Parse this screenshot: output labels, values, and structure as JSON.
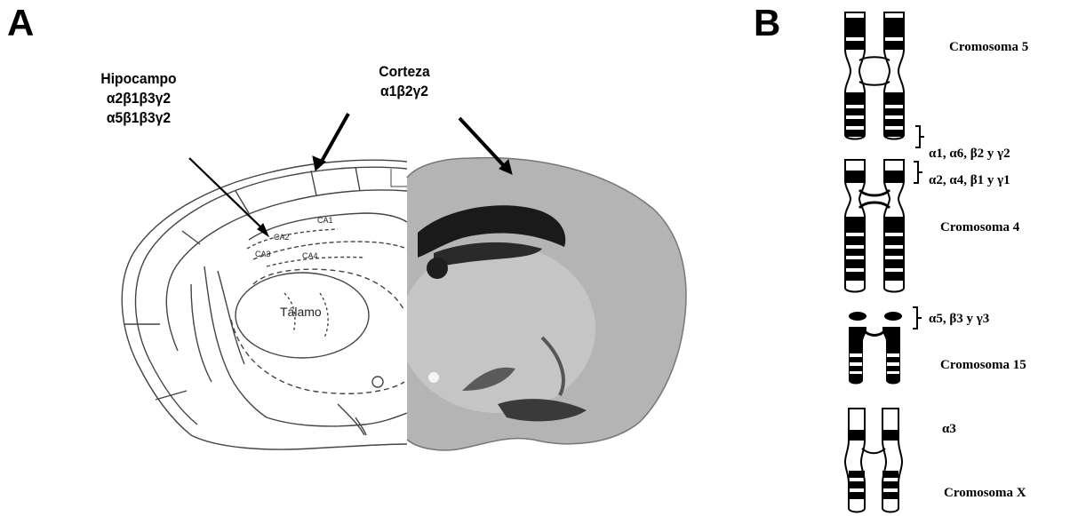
{
  "panelA": {
    "letter": "A",
    "hippocampus": {
      "title": "Hipocampo",
      "line1": "α2β1β3γ2",
      "line2": "α5β1β3γ2"
    },
    "cortex": {
      "title": "Corteza",
      "line1": "α1β2γ2"
    },
    "thalamus_label": "Tálamo",
    "ca_labels": [
      "CA1",
      "CA2",
      "CA3",
      "CA4"
    ]
  },
  "panelB": {
    "letter": "B",
    "chromosome5": {
      "name": "Cromosoma 5",
      "genes": "α1, α6, β2 y γ2"
    },
    "chromosome4": {
      "name": "Cromosoma 4",
      "genes": "α2, α4, β1 y γ1"
    },
    "chromosome15": {
      "name": "Cromosoma 15",
      "genes": "α5, β3 y γ3"
    },
    "chromosomeX": {
      "name": "Cromosoma X",
      "genes": "α3"
    }
  }
}
